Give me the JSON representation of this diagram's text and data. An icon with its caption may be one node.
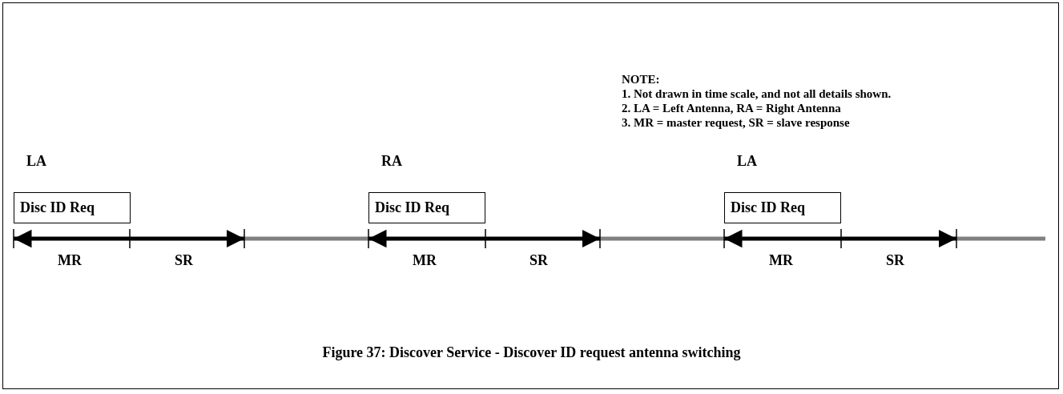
{
  "diagram": {
    "caption": "Figure 37: Discover Service - Discover ID request antenna switching",
    "nodes": [
      {
        "text": [
          "Disc ID Req"
        ],
        "beside": [
          "LA"
        ]
      },
      {
        "text": [
          "Disc ID Req"
        ],
        "beside": [
          "RA"
        ]
      },
      {
        "text": [
          "Disc ID Req"
        ],
        "beside": [
          "LA"
        ]
      }
    ],
    "labels": [
      "NOTE:",
      "1. Not drawn in time scale, and not all details shown.",
      "2. LA = Left Antenna, RA = Right Antenna",
      "3. MR = master request, SR = slave response",
      "MR",
      "SR",
      "MR",
      "SR",
      "MR",
      "SR"
    ]
  }
}
